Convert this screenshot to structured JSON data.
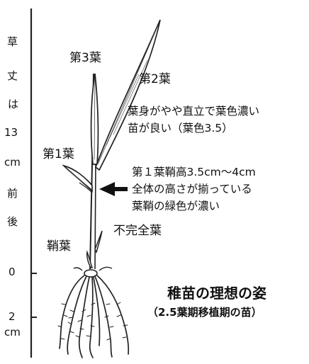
{
  "axis": {
    "label_chars": [
      "草",
      "丈",
      "は",
      "13",
      "cm",
      "前",
      "後"
    ],
    "zero": "0",
    "two": "2",
    "unit": "cm"
  },
  "labels": {
    "leaf3": "第3葉",
    "leaf2": "第2葉",
    "leaf1": "第1葉",
    "incomplete": "不完全葉",
    "coleoptile": "鞘葉"
  },
  "notes": {
    "blade_line1": "葉身がやや直立で葉色濃い",
    "blade_line2": "苗が良い（葉色3.5）",
    "sheath_line1": "第１葉鞘高3.5cm～4cm",
    "sheath_line2": "全体の高さが揃っている",
    "sheath_line3": "葉鞘の緑色が濃い"
  },
  "title": {
    "main": "稚苗の理想の姿",
    "sub": "（2.5葉期移植期の苗）"
  }
}
